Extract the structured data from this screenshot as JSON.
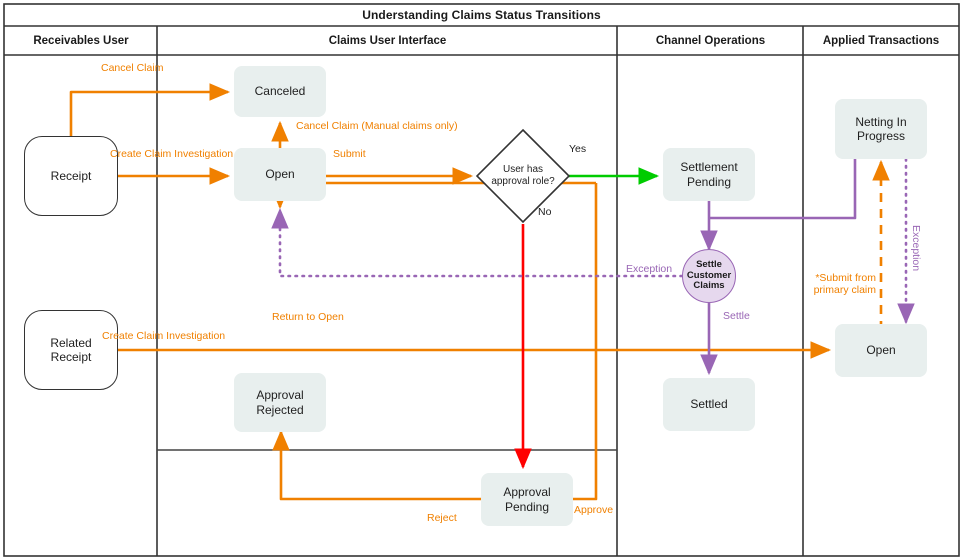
{
  "diagram": {
    "title": "Understanding Claims Status Transitions",
    "colors": {
      "orange": "#f08000",
      "purple": "#9966b5",
      "green": "#00cc00",
      "red": "#ff0000",
      "state_fill": "#e8efee",
      "circle_fill": "#e6d8ee",
      "border": "#333333"
    }
  },
  "lanes": [
    {
      "id": "receivables-user",
      "label": "Receivables User"
    },
    {
      "id": "claims-user-interface",
      "label": "Claims User Interface"
    },
    {
      "id": "channel-operations",
      "label": "Channel Operations"
    },
    {
      "id": "applied-transactions",
      "label": "Applied Transactions"
    }
  ],
  "nodes": [
    {
      "id": "receipt",
      "label": "Receipt",
      "shape": "terminal",
      "lane": "receivables-user"
    },
    {
      "id": "related-receipt",
      "label": "Related\nReceipt",
      "shape": "terminal",
      "lane": "receivables-user"
    },
    {
      "id": "canceled",
      "label": "Canceled",
      "shape": "state",
      "lane": "claims-user-interface"
    },
    {
      "id": "open-claims",
      "label": "Open",
      "shape": "state",
      "lane": "claims-user-interface"
    },
    {
      "id": "approval-rejected",
      "label": "Approval\nRejected",
      "shape": "state",
      "lane": "claims-user-interface"
    },
    {
      "id": "approval-pending",
      "label": "Approval\nPending",
      "shape": "state",
      "lane": "claims-user-interface"
    },
    {
      "id": "user-has-approval-role",
      "label": "User has\napproval role?",
      "shape": "diamond",
      "lane": "claims-user-interface"
    },
    {
      "id": "settlement-pending",
      "label": "Settlement\nPending",
      "shape": "state",
      "lane": "channel-operations"
    },
    {
      "id": "settle-customer-claims",
      "label": "Settle\nCustomer\nClaims",
      "shape": "circle",
      "lane": "channel-operations"
    },
    {
      "id": "settled",
      "label": "Settled",
      "shape": "state",
      "lane": "channel-operations"
    },
    {
      "id": "netting-in-progress",
      "label": "Netting In\nProgress",
      "shape": "state",
      "lane": "applied-transactions"
    },
    {
      "id": "open-applied",
      "label": "Open",
      "shape": "state",
      "lane": "applied-transactions"
    }
  ],
  "edge_labels": [
    {
      "id": "cancel-claim",
      "text": "Cancel Claim",
      "color": "orange"
    },
    {
      "id": "cancel-claim-manual",
      "text": "Cancel Claim (Manual claims only)",
      "color": "orange"
    },
    {
      "id": "create-claim-investigation-1",
      "text": "Create Claim Investigation",
      "color": "orange"
    },
    {
      "id": "create-claim-investigation-2",
      "text": "Create Claim Investigation",
      "color": "orange"
    },
    {
      "id": "submit",
      "text": "Submit",
      "color": "orange"
    },
    {
      "id": "yes",
      "text": "Yes",
      "color": "dark"
    },
    {
      "id": "no",
      "text": "No",
      "color": "dark"
    },
    {
      "id": "return-to-open",
      "text": "Return to Open",
      "color": "orange"
    },
    {
      "id": "reject",
      "text": "Reject",
      "color": "orange"
    },
    {
      "id": "approve",
      "text": "Approve",
      "color": "orange"
    },
    {
      "id": "exception-left",
      "text": "Exception",
      "color": "purple"
    },
    {
      "id": "settle",
      "text": "Settle",
      "color": "purple"
    },
    {
      "id": "exception-right",
      "text": "Exception",
      "color": "purple"
    },
    {
      "id": "submit-from-primary-claim",
      "text": "*Submit from\nprimary claim",
      "color": "orange"
    }
  ]
}
